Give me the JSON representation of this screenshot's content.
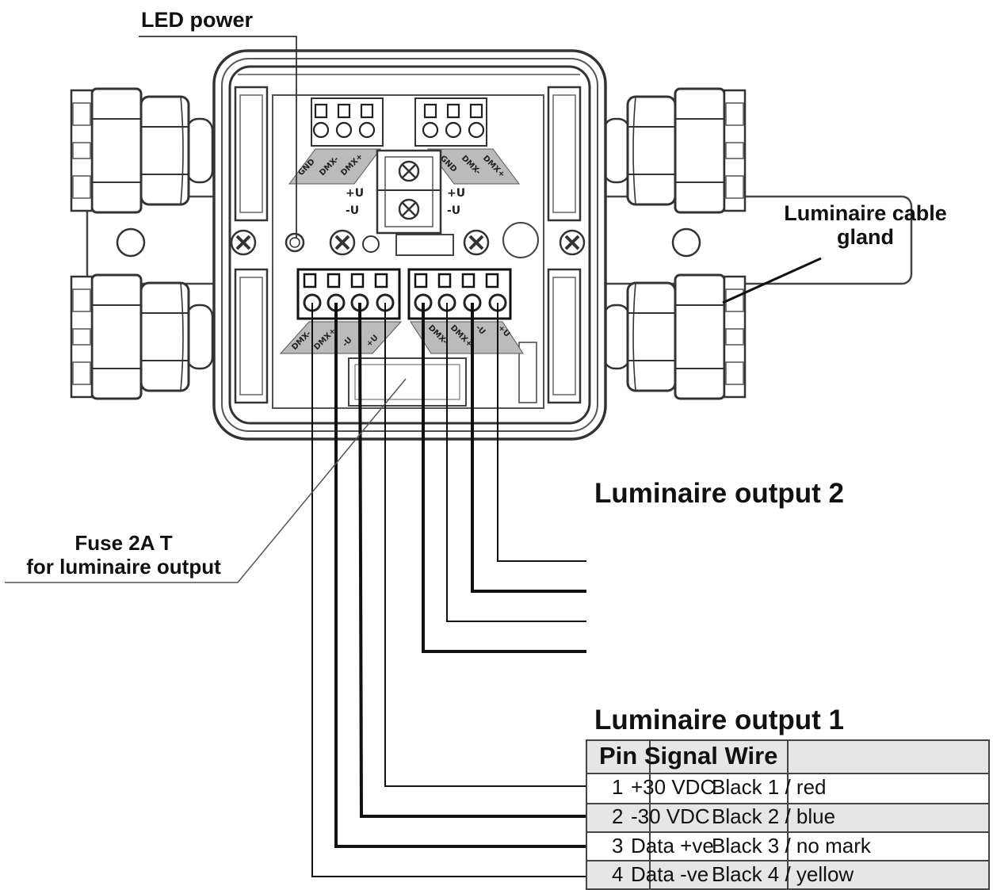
{
  "labels": {
    "led_power": "LED power",
    "cable_gland_line1": "Luminaire cable",
    "cable_gland_line2": "gland",
    "fuse_line1": "Fuse 2A T",
    "fuse_line2": "for luminaire output",
    "output2": "Luminaire output 2",
    "output1": "Luminaire output 1"
  },
  "pcb_markings": {
    "top_left": [
      "GND",
      "DMX-",
      "DMX+"
    ],
    "top_right": [
      "GND",
      "DMX-",
      "DMX+"
    ],
    "power_left": [
      "+U",
      "-U"
    ],
    "power_right": [
      "+U",
      "-U"
    ],
    "bottom_left": [
      "DMX-",
      "DMX+",
      "-U",
      "+U"
    ],
    "bottom_right": [
      "DMX-",
      "DMX+",
      "-U",
      "+U"
    ]
  },
  "table": {
    "header": "Pin Signal Wire",
    "rows": [
      {
        "pin": "1",
        "signal": "+30 VDC",
        "wire": "Black 1 / red"
      },
      {
        "pin": "2",
        "signal": "-30 VDC",
        "wire": "Black 2 / blue"
      },
      {
        "pin": "3",
        "signal": "Data +ve",
        "wire": "Black 3 / no mark"
      },
      {
        "pin": "4",
        "signal": "Data -ve",
        "wire": "Black 4 / yellow"
      }
    ]
  }
}
